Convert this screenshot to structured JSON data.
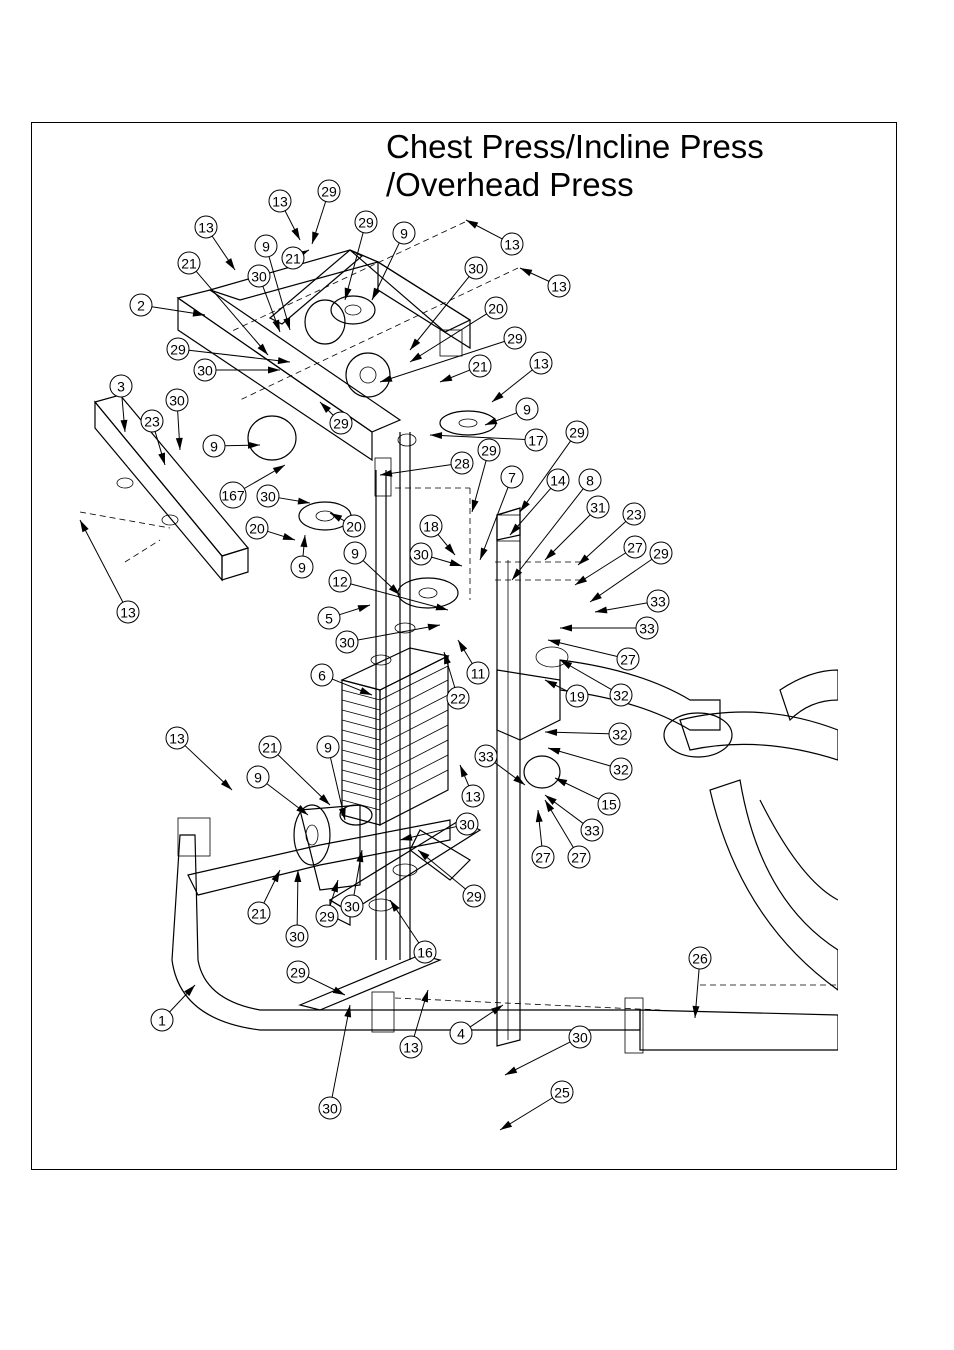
{
  "title": {
    "line1": "Chest Press/Incline Press",
    "line2": "/Overhead Press"
  },
  "callouts": [
    {
      "id": "c-13a",
      "label": "13"
    },
    {
      "id": "c-29a",
      "label": "29"
    },
    {
      "id": "c-13b",
      "label": "13"
    },
    {
      "id": "c-29b",
      "label": "29"
    },
    {
      "id": "c-9a",
      "label": "9"
    },
    {
      "id": "c-13c",
      "label": "13"
    },
    {
      "id": "c-9b",
      "label": "9"
    },
    {
      "id": "c-21a",
      "label": "21"
    },
    {
      "id": "c-30a",
      "label": "30"
    },
    {
      "id": "c-13d",
      "label": "13"
    },
    {
      "id": "c-21b",
      "label": "21"
    },
    {
      "id": "c-30b",
      "label": "30"
    },
    {
      "id": "c-2",
      "label": "2"
    },
    {
      "id": "c-20a",
      "label": "20"
    },
    {
      "id": "c-29c",
      "label": "29"
    },
    {
      "id": "c-29d",
      "label": "29"
    },
    {
      "id": "c-30c",
      "label": "30"
    },
    {
      "id": "c-21c",
      "label": "21"
    },
    {
      "id": "c-13e",
      "label": "13"
    },
    {
      "id": "c-3",
      "label": "3"
    },
    {
      "id": "c-30d",
      "label": "30"
    },
    {
      "id": "c-23a",
      "label": "23"
    },
    {
      "id": "c-9c",
      "label": "9"
    },
    {
      "id": "c-29e",
      "label": "29"
    },
    {
      "id": "c-17",
      "label": "17"
    },
    {
      "id": "c-9d",
      "label": "9"
    },
    {
      "id": "c-29f",
      "label": "29"
    },
    {
      "id": "c-28",
      "label": "28"
    },
    {
      "id": "c-29g",
      "label": "29"
    },
    {
      "id": "c-167",
      "label": "167"
    },
    {
      "id": "c-7",
      "label": "7"
    },
    {
      "id": "c-14",
      "label": "14"
    },
    {
      "id": "c-8",
      "label": "8"
    },
    {
      "id": "c-30e",
      "label": "30"
    },
    {
      "id": "c-31",
      "label": "31"
    },
    {
      "id": "c-20b",
      "label": "20"
    },
    {
      "id": "c-20c",
      "label": "20"
    },
    {
      "id": "c-18",
      "label": "18"
    },
    {
      "id": "c-23b",
      "label": "23"
    },
    {
      "id": "c-30f",
      "label": "30"
    },
    {
      "id": "c-27a",
      "label": "27"
    },
    {
      "id": "c-9e",
      "label": "9"
    },
    {
      "id": "c-29h",
      "label": "29"
    },
    {
      "id": "c-9f",
      "label": "9"
    },
    {
      "id": "c-13f",
      "label": "13"
    },
    {
      "id": "c-12",
      "label": "12"
    },
    {
      "id": "c-33a",
      "label": "33"
    },
    {
      "id": "c-5",
      "label": "5"
    },
    {
      "id": "c-33b",
      "label": "33"
    },
    {
      "id": "c-30g",
      "label": "30"
    },
    {
      "id": "c-27b",
      "label": "27"
    },
    {
      "id": "c-11",
      "label": "11"
    },
    {
      "id": "c-6",
      "label": "6"
    },
    {
      "id": "c-19",
      "label": "19"
    },
    {
      "id": "c-32a",
      "label": "32"
    },
    {
      "id": "c-22",
      "label": "22"
    },
    {
      "id": "c-32b",
      "label": "32"
    },
    {
      "id": "c-32c",
      "label": "32"
    },
    {
      "id": "c-13g",
      "label": "13"
    },
    {
      "id": "c-21d",
      "label": "21"
    },
    {
      "id": "c-9g",
      "label": "9"
    },
    {
      "id": "c-33c",
      "label": "33"
    },
    {
      "id": "c-9h",
      "label": "9"
    },
    {
      "id": "c-13h",
      "label": "13"
    },
    {
      "id": "c-15",
      "label": "15"
    },
    {
      "id": "c-30h",
      "label": "30"
    },
    {
      "id": "c-33d",
      "label": "33"
    },
    {
      "id": "c-27c",
      "label": "27"
    },
    {
      "id": "c-27d",
      "label": "27"
    },
    {
      "id": "c-29i",
      "label": "29"
    },
    {
      "id": "c-21e",
      "label": "21"
    },
    {
      "id": "c-29j",
      "label": "29"
    },
    {
      "id": "c-30i",
      "label": "30"
    },
    {
      "id": "c-30j",
      "label": "30"
    },
    {
      "id": "c-16",
      "label": "16"
    },
    {
      "id": "c-26",
      "label": "26"
    },
    {
      "id": "c-29k",
      "label": "29"
    },
    {
      "id": "c-1",
      "label": "1"
    },
    {
      "id": "c-4",
      "label": "4"
    },
    {
      "id": "c-13i",
      "label": "13"
    },
    {
      "id": "c-30k",
      "label": "30"
    },
    {
      "id": "c-30l",
      "label": "30"
    },
    {
      "id": "c-25",
      "label": "25"
    }
  ]
}
